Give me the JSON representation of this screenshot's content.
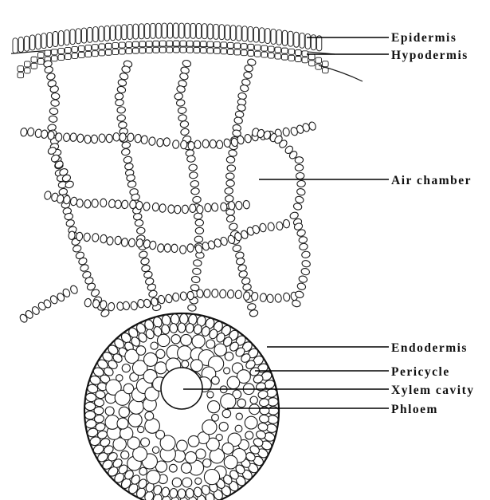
{
  "labels": {
    "epidermis": "Epidermis",
    "hypodermis": "Hypodermis",
    "air_chamber": "Air chamber",
    "endodermis": "Endodermis",
    "pericycle": "Pericycle",
    "xylem_cavity": "Xylem cavity",
    "phloem": "Phloem"
  }
}
